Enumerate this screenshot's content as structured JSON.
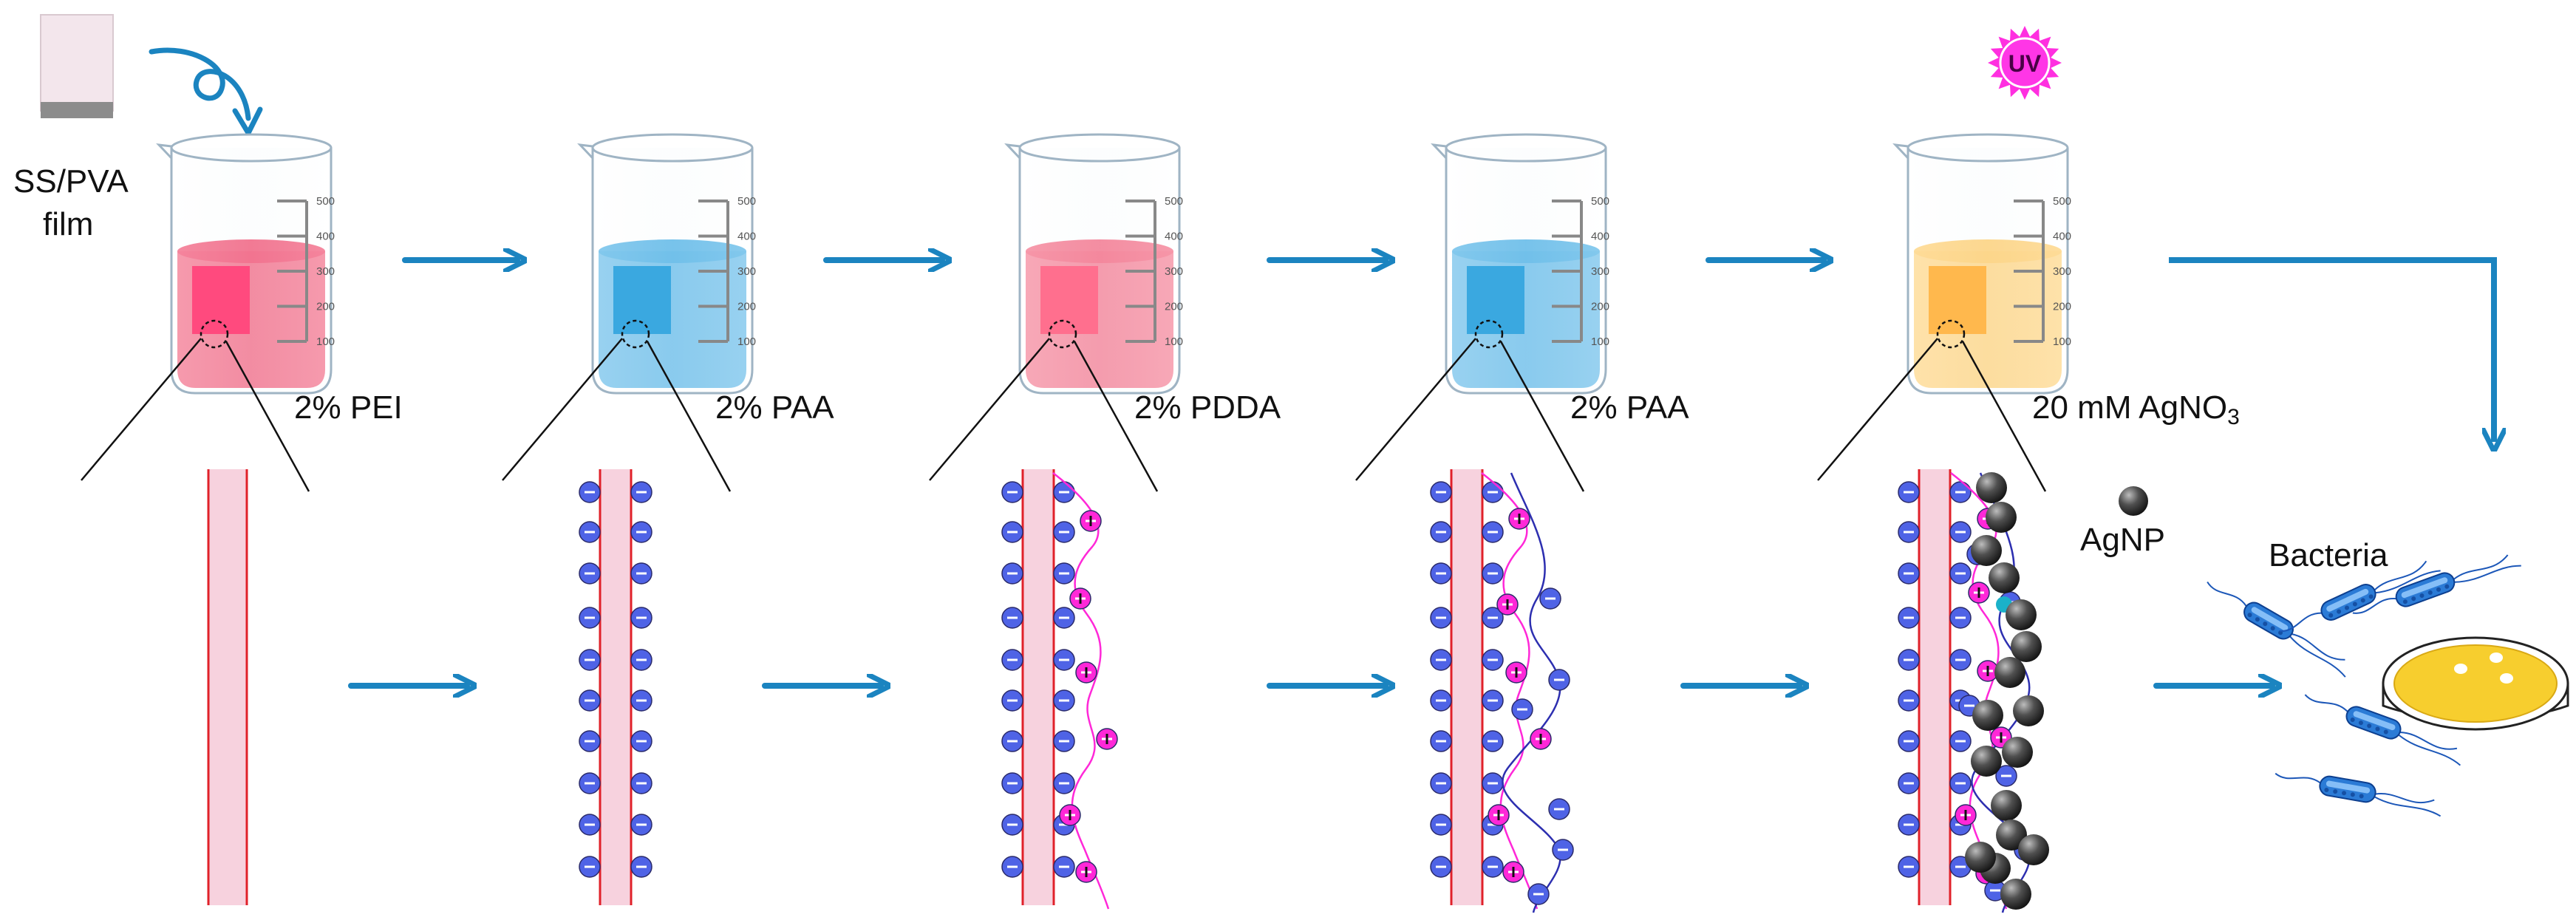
{
  "film_label_line1": "SS/PVA",
  "film_label_line2": "film",
  "tick_labels": [
    "500",
    "400",
    "300",
    "200",
    "100"
  ],
  "uv_label": "UV",
  "steps": [
    {
      "label": "2% PEI",
      "color": "#f2617f",
      "square": "#ff4a7e"
    },
    {
      "label": "2% PAA",
      "color": "#5fb8e8",
      "square": "#3aa8e0"
    },
    {
      "label": "2% PDDA",
      "color": "#f4788f",
      "square": "#ff6f8e"
    },
    {
      "label": "2% PAA",
      "color": "#5fb8e8",
      "square": "#3aa8e0"
    },
    {
      "label": "20 mM AgNO",
      "subscript": "3",
      "color": "#ffd27a",
      "square": "#ffb84d"
    }
  ],
  "agnp_label": "AgNP",
  "bacteria_label": "Bacteria",
  "colors": {
    "arrow": "#1b84c0",
    "film_line": "#e0212a",
    "film_fill": "#f7d2de",
    "negative": "#4f63e6",
    "positive": "#ff28d8",
    "agnp": "#3c3c3c",
    "dish": "#f7ce2e"
  },
  "icons": [
    "curly-arrow-icon",
    "uv-sun-icon",
    "bacteria-icon",
    "petri-dish-icon",
    "agnp-icon"
  ]
}
